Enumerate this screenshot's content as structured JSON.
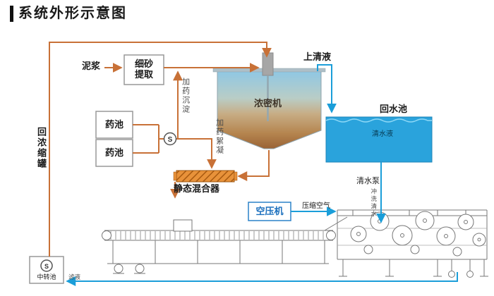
{
  "title": "系统外形示意图",
  "diagram": {
    "mud": "泥浆",
    "sand_extractor": {
      "line1": "细砂",
      "line2": "提取"
    },
    "supernatant": "上清液",
    "thickener": "浓密机",
    "return_pool": "回水池",
    "clear_water": "清水液",
    "clean_water_pump": "清水泵",
    "flush_water": "冲洗清水",
    "chem_tank1": "药池",
    "chem_tank2": "药池",
    "dose_sediment": "加药沉淀",
    "dose_flocculate": "加药絮凝",
    "static_mixer": "静态混合器",
    "return_to_thickener": "回浓缩罐",
    "air_compressor": "空压机",
    "compressed_air": "压缩空气",
    "transfer_pool": "中转池",
    "filtrate": "滤液",
    "pump_symbol": "S"
  },
  "colors": {
    "pipe_orange": "#c87137",
    "pipe_blue": "#1b9ed9",
    "pool_blue": "#2aa3dc",
    "mixer_orange": "#e8923a",
    "machine_gray": "#777777"
  }
}
